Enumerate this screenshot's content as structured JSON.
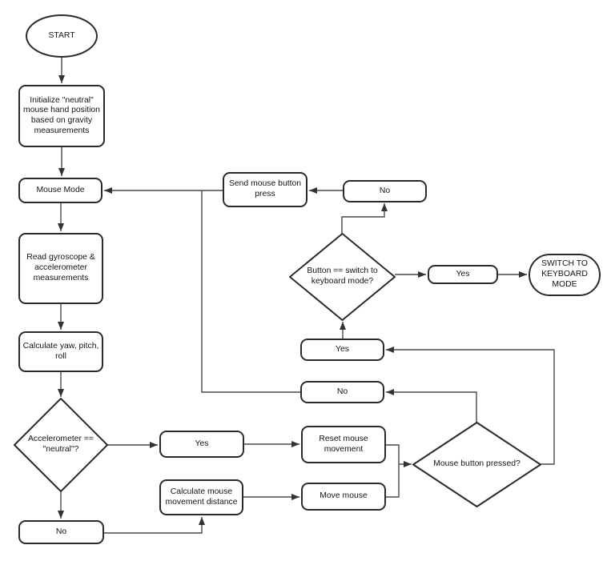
{
  "diagram": {
    "type": "flowchart",
    "colors": {
      "background": "#ffffff",
      "node_fill": "#ffffff",
      "node_border": "#2b2b2b",
      "connector": "#4a4a4a",
      "arrowhead": "#333333",
      "text": "#141414"
    },
    "nodes": {
      "start": {
        "label": "START",
        "shape": "ellipse"
      },
      "init_neutral": {
        "label": "Initialize \"neutral\" mouse hand position based on gravity measurements",
        "shape": "rounded-rect"
      },
      "mouse_mode": {
        "label": "Mouse Mode",
        "shape": "rounded-rect"
      },
      "read_gyro": {
        "label": "Read gyroscope & accelerometer measurements",
        "shape": "rounded-rect"
      },
      "calc_ypr": {
        "label": "Calculate yaw, pitch, roll",
        "shape": "rounded-rect"
      },
      "accel_neutral_decision": {
        "label": "Accelerometer == \"neutral\"?",
        "shape": "diamond"
      },
      "yes_neutral": {
        "label": "Yes",
        "shape": "rounded-rect"
      },
      "calc_distance": {
        "label": "Calculate mouse movement distance",
        "shape": "rounded-rect"
      },
      "no_neutral": {
        "label": "No",
        "shape": "rounded-rect"
      },
      "reset_movement": {
        "label": "Reset mouse movement",
        "shape": "rounded-rect"
      },
      "move_mouse": {
        "label": "Move mouse",
        "shape": "rounded-rect"
      },
      "button_pressed_decision": {
        "label": "Mouse button pressed?",
        "shape": "diamond"
      },
      "yes_pressed": {
        "label": "Yes",
        "shape": "rounded-rect"
      },
      "no_pressed": {
        "label": "No",
        "shape": "rounded-rect"
      },
      "button_switch_decision": {
        "label": "Button == switch to keyboard mode?",
        "shape": "diamond"
      },
      "yes_switch": {
        "label": "Yes",
        "shape": "rounded-rect"
      },
      "no_switch": {
        "label": "No",
        "shape": "rounded-rect"
      },
      "send_press": {
        "label": "Send mouse button press",
        "shape": "rounded-rect"
      },
      "switch_keyboard": {
        "label": "SWITCH TO KEYBOARD MODE",
        "shape": "terminator"
      }
    }
  }
}
